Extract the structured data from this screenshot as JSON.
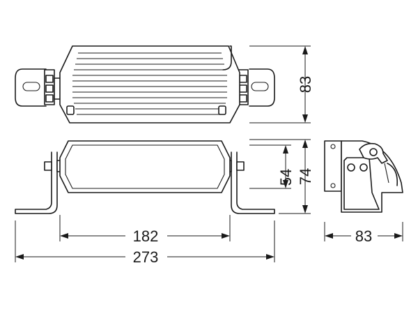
{
  "drawing": {
    "dimensions": {
      "inner_width": "182",
      "total_width": "273",
      "top_height": "83",
      "front_inner_height": "54",
      "front_total_height": "74",
      "side_depth": "83"
    }
  }
}
